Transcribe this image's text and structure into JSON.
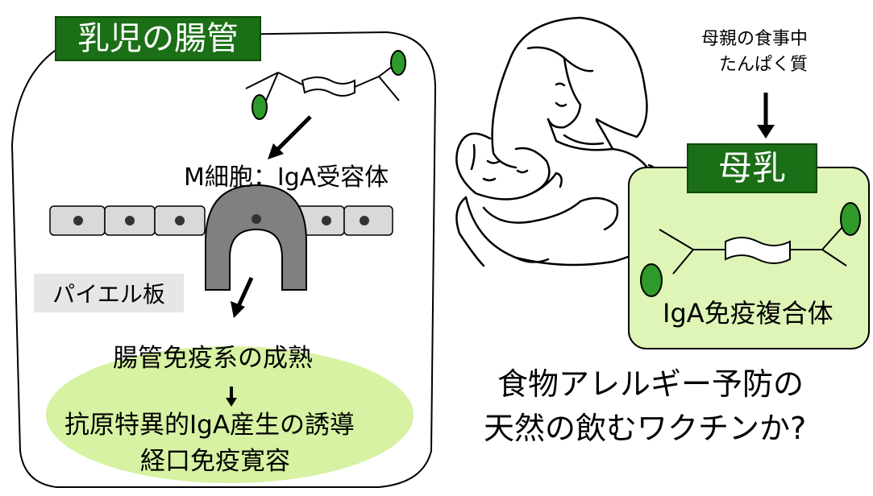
{
  "infant_gut": {
    "title": "乳児の腸管",
    "m_cell_label": "M細胞：IgA受容体",
    "peyer_label": "パイエル板",
    "outcome_1": "腸管免疫系の成熟",
    "outcome_2": "抗原特異的IgA産生の誘導",
    "outcome_3": "経口免疫寛容"
  },
  "breast_milk": {
    "diet_line_1": "母親の食事中",
    "diet_line_2": "たんぱく質",
    "title": "母乳",
    "complex_label": "IgA免疫複合体"
  },
  "conclusion": {
    "line_1": "食物アレルギー予防の",
    "line_2": "天然の飲むワクチンか?"
  },
  "colors": {
    "title_bg": "#1b6f16",
    "antigen_green": "#2e9a2a",
    "milk_panel_bg": "#dff5b8",
    "ellipse_bg": "#d6f2a2",
    "cell_grey": "#d9d9d9",
    "m_cell_grey": "#808080"
  }
}
